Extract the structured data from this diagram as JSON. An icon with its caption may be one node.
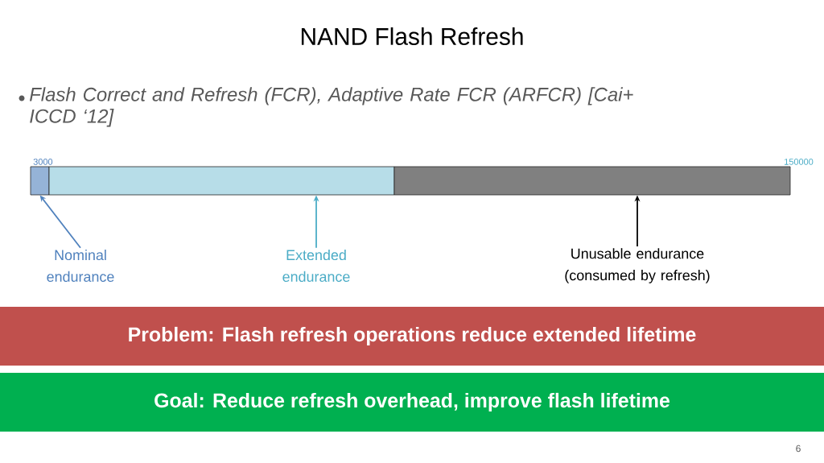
{
  "diagram": {
    "title": "NAND Flash Refresh",
    "nodes": [
      {
        "text": [],
        "shape": "bar"
      },
      {
        "text": [],
        "shape": "bar"
      },
      {
        "text": [],
        "shape": "bar"
      },
      {
        "text": [
          "Nominal endurance"
        ]
      },
      {
        "text": [
          "Extended endurance"
        ]
      },
      {
        "text": [
          "Unusable endurance (consumed by refresh)"
        ]
      },
      {
        "text": [
          "Problem: Flash refresh operations reduce extended lifetime"
        ]
      },
      {
        "text": [
          "Goal: Reduce refresh overhead, improve flash lifetime"
        ]
      }
    ],
    "edges": [
      {
        "from": 3,
        "to": 0,
        "arrow": "to",
        "color": "#4f81bd"
      },
      {
        "from": 4,
        "to": 1,
        "arrow": "to",
        "color": "#4bacc6"
      },
      {
        "from": 5,
        "to": 2,
        "arrow": "to",
        "color": "#000000"
      }
    ],
    "labels": [
      "Flash Correct and Refresh (FCR), Adaptive Rate FCR (ARFCR) [Cai+ ICCD ‘12]",
      "3000",
      "150000",
      "6"
    ]
  }
}
